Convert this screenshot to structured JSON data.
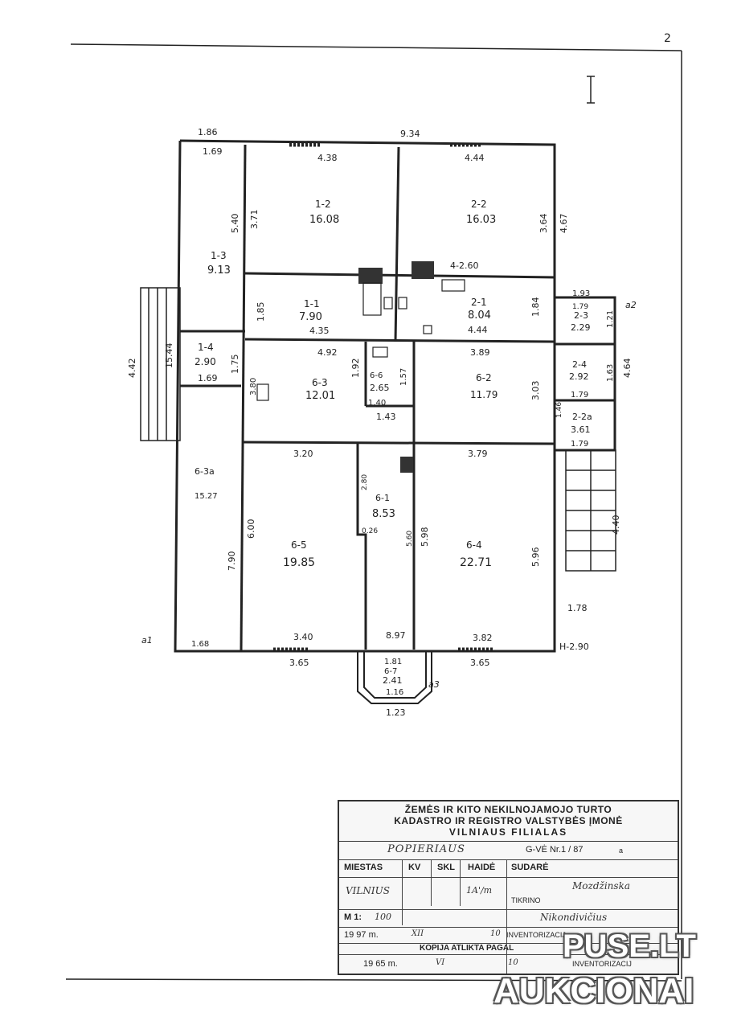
{
  "page": {
    "corner_mark": "2",
    "sheet_mark": "I"
  },
  "dimensions": {
    "top_total": "9.34",
    "top_left": "1.86",
    "left_total": "15.44",
    "left_porch": "4.42",
    "right_porch": "4.40",
    "right_bottom": "1.78",
    "bottom_left": "3.65",
    "bottom_right": "3.65",
    "height_mark": "H-2.90",
    "chimney_mark": "4-2.60",
    "bay_width": "1.23",
    "a1": "a1",
    "a2": "a2",
    "a3": "a3"
  },
  "rooms": [
    {
      "id": "1-2",
      "area": "16.08",
      "w": "4.38",
      "h": "3.71"
    },
    {
      "id": "2-2",
      "area": "16.03",
      "w": "4.44",
      "h": "3.64",
      "h2": "4.67"
    },
    {
      "id": "1-3",
      "area": "9.13",
      "w": "1.69",
      "h": "5.40"
    },
    {
      "id": "1-1",
      "area": "7.90",
      "w": "4.35",
      "h": "1.85"
    },
    {
      "id": "2-1",
      "area": "8.04",
      "w": "4.44",
      "h": "1.84"
    },
    {
      "id": "2-3",
      "area": "2.29",
      "w": "1.93",
      "w2": "1.79",
      "h": "1.21"
    },
    {
      "id": "1-4",
      "area": "2.90",
      "w": "1.69",
      "h": "1.75"
    },
    {
      "id": "6-3",
      "area": "12.01",
      "w": "4.92",
      "h": "1.92",
      "note": "3.80"
    },
    {
      "id": "6-6",
      "area": "2.65",
      "w": "1.40",
      "h": "1.57"
    },
    {
      "id": "6-2",
      "area": "11.79",
      "w": "3.89",
      "h": "3.03"
    },
    {
      "id": "2-4",
      "area": "2.92",
      "w": "1.79",
      "h": "1.63",
      "h2": "4.64"
    },
    {
      "id": "2-2a",
      "area": "3.61",
      "w": "1.79",
      "h": "1.46"
    },
    {
      "id": "6-3a",
      "area": "15.27",
      "w": "1.68",
      "h": "7.90"
    },
    {
      "id": "6-5",
      "area": "19.85",
      "w": "3.20",
      "w2": "3.40",
      "h": "6.00"
    },
    {
      "id": "6-1",
      "area": "8.53",
      "w": "8.97",
      "h": "5.98",
      "note": "0.26",
      "note2": "2.80",
      "note3": "5.60"
    },
    {
      "id": "6-4",
      "area": "22.71",
      "w": "3.79",
      "w2": "3.82",
      "h": "5.96"
    },
    {
      "id": "6-7",
      "area": "2.41",
      "w": "1.81",
      "w2": "1.16"
    },
    {
      "id": "1.43",
      "area": "1.43"
    }
  ],
  "stamp": {
    "header_1": "ŽEMĖS IR KITO NEKILNOJAMOJO TURTO",
    "header_2": "KADASTRO IR REGISTRO VALSTYBĖS ĮMONĖ",
    "header_3": "VILNIAUS FILIALAS",
    "street": "POPIERIAUS",
    "house_no": "G-VĖ Nr.1 / 87",
    "house_suffix": "a",
    "col_miestas": "MIESTAS",
    "col_kv": "KV",
    "col_skl": "SKL",
    "col_haide": "HAIDĖ",
    "col_sudare": "SUDARĖ",
    "city": "VILNIUS",
    "haide_val": "1A'/m",
    "sudare_name": "Mozdžinska",
    "tikrino_label": "TIKRINO",
    "tikrino_name": "Nikondivičius",
    "scale_label": "M 1:",
    "scale_val": "100",
    "year_1": "19 97 m.",
    "month_1": "XII",
    "day_1": "10",
    "inv_label": "INVENTORIZACIJ",
    "copy_label": "KOPIJA ATLIKTA PAGAL",
    "year_2": "19 65 m.",
    "month_2": "VI",
    "day_2": "10",
    "inv_label_2": "INVENTORIZACIJ"
  },
  "watermark": {
    "line1": "PUSE.LT",
    "line2": "AUKCIONAI"
  }
}
